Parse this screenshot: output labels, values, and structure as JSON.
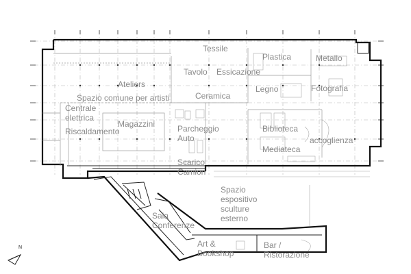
{
  "plan": {
    "rooms": [
      {
        "id": "tessile",
        "lines": [
          "Tessile"
        ]
      },
      {
        "id": "plastica",
        "lines": [
          "Plastica"
        ]
      },
      {
        "id": "metallo",
        "lines": [
          "Metallo"
        ]
      },
      {
        "id": "tavolo",
        "lines": [
          "Tavolo"
        ]
      },
      {
        "id": "essicazione",
        "lines": [
          "Essicazione"
        ]
      },
      {
        "id": "ateliers",
        "lines": [
          "Ateliers"
        ]
      },
      {
        "id": "legno",
        "lines": [
          "Legno"
        ]
      },
      {
        "id": "fotografia",
        "lines": [
          "Fotografia"
        ]
      },
      {
        "id": "spazio-comune",
        "lines": [
          "Spazio comune per artisti"
        ]
      },
      {
        "id": "ceramica",
        "lines": [
          "Ceramica"
        ]
      },
      {
        "id": "centrale-elettrica",
        "lines": [
          "Centrale",
          "elettrica"
        ]
      },
      {
        "id": "magazzini",
        "lines": [
          "Magazzini"
        ]
      },
      {
        "id": "parcheggio-auto",
        "lines": [
          "Parcheggio",
          "Auto"
        ]
      },
      {
        "id": "biblioteca",
        "lines": [
          "Biblioteca"
        ]
      },
      {
        "id": "riscaldamento",
        "lines": [
          "Riscaldamento"
        ]
      },
      {
        "id": "accoglienza",
        "lines": [
          "accoglienza"
        ]
      },
      {
        "id": "mediateca",
        "lines": [
          "Mediateca"
        ]
      },
      {
        "id": "scarico-camion",
        "lines": [
          "Scarico",
          "Camion"
        ]
      },
      {
        "id": "spazio-espositivo",
        "lines": [
          "Spazio",
          "espositivo",
          "sculture",
          "esterno"
        ]
      },
      {
        "id": "sala-conferenze",
        "lines": [
          "Sala",
          "Conferenze"
        ]
      },
      {
        "id": "art-bookshop",
        "lines": [
          "Art &",
          "Bookshop"
        ]
      },
      {
        "id": "bar-ristorazione",
        "lines": [
          "Bar /",
          "Ristorazione"
        ]
      }
    ],
    "north_label": "N"
  }
}
